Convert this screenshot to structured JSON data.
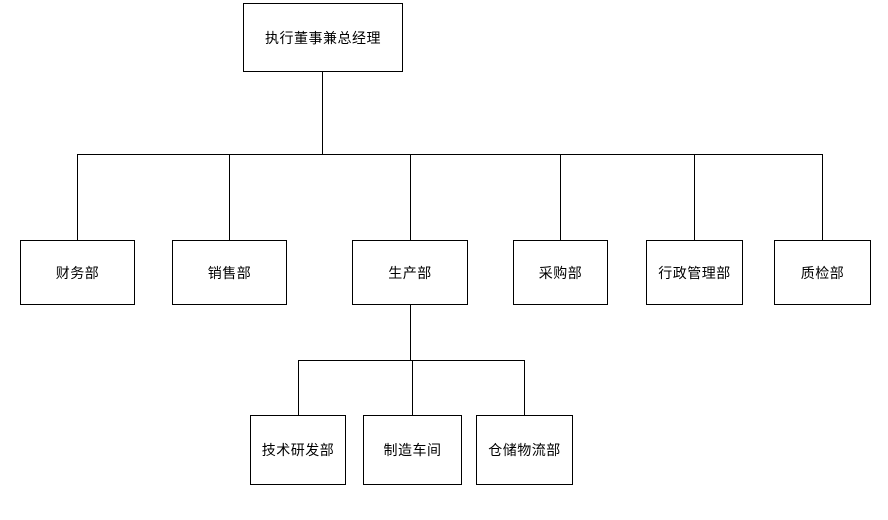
{
  "diagram": {
    "type": "org-chart",
    "colors": {
      "background": "#ffffff",
      "box_fill": "#ffffff",
      "box_border": "#000000",
      "line": "#000000",
      "text": "#000000"
    },
    "root": {
      "label": "执行董事兼总经理"
    },
    "level2": [
      {
        "label": "财务部"
      },
      {
        "label": "销售部"
      },
      {
        "label": "生产部"
      },
      {
        "label": "采购部"
      },
      {
        "label": "行政管理部"
      },
      {
        "label": "质检部"
      }
    ],
    "level3_parent": "生产部",
    "level3": [
      {
        "label": "技术研发部"
      },
      {
        "label": "制造车间"
      },
      {
        "label": "仓储物流部"
      }
    ]
  }
}
